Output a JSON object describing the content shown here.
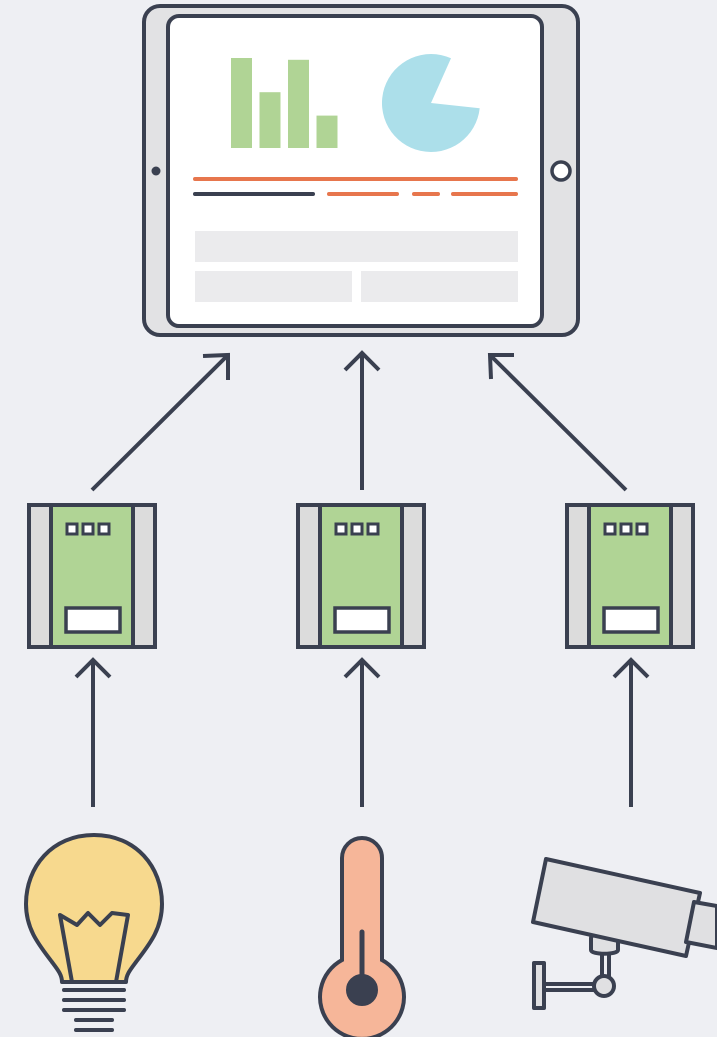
{
  "colors": {
    "background": "#eeeff3",
    "stroke": "#3a4050",
    "tablet_frame": "#e2e2e4",
    "screen": "#ffffff",
    "chart_green": "#b0d495",
    "pie_blue": "#acdfea",
    "accent_orange": "#e7764d",
    "placeholder_grey": "#ebebed",
    "gateway_green": "#b0d495",
    "gateway_side": "#dcdcdc",
    "bulb_yellow": "#f7d98e",
    "thermometer_salmon": "#f6b699",
    "camera_grey": "#e0e0e2"
  },
  "dashboard": {
    "bar_levels": [
      1.0,
      0.62,
      0.98,
      0.36
    ],
    "pie_fraction_shown": 0.8
  },
  "gateways": [
    {
      "id": "gateway-left",
      "led_count": 3
    },
    {
      "id": "gateway-center",
      "led_count": 3
    },
    {
      "id": "gateway-right",
      "led_count": 3
    }
  ],
  "sensors": [
    {
      "icon": "light-bulb-icon"
    },
    {
      "icon": "thermometer-icon"
    },
    {
      "icon": "security-camera-icon"
    }
  ]
}
